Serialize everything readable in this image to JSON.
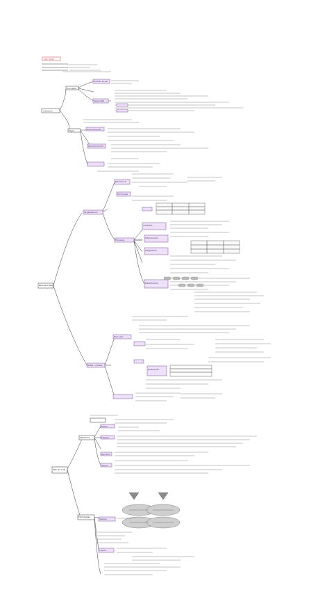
{
  "map1": {
    "title": "Lab. 2023",
    "root": "Situación",
    "branch_a": "Concepto",
    "branch_b": "Tipos",
    "sub_1": "Ámbito social",
    "sub_2": "Seguridad",
    "sub_3": "Comunicación",
    "sub_4": "Discriminación"
  },
  "map2": {
    "root": "Red de trabajo",
    "branch_a": "Organización",
    "branch_b": "Roles / niveles",
    "sub_1": "Estructura",
    "sub_2": "Funciones",
    "sub_3": "Procesos",
    "sub_4": "Contexto",
    "sub_5": "Intervención",
    "sub_6": "Integración",
    "sub_7": "Planificación",
    "sub_8": "Recursos",
    "sub_9": "Evaluación"
  },
  "map3": {
    "root": "Plan de vida",
    "branch_a": "Objetivos",
    "branch_b": "Estrategias",
    "sub_1": "Metas",
    "sub_2": "Tiempo",
    "sub_3": "Decisión",
    "sub_4": "Apoyo",
    "sub_5": "Valores",
    "sub_6": "Logros"
  }
}
